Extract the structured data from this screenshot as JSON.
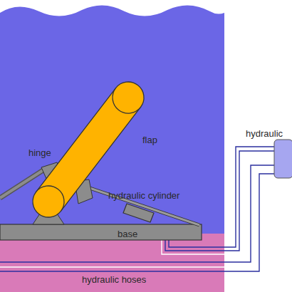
{
  "diagram": {
    "labels": [
      "hinge",
      "flap",
      "hydraulic cylinder",
      "base",
      "hydraulic hoses",
      "hydraulic"
    ]
  }
}
